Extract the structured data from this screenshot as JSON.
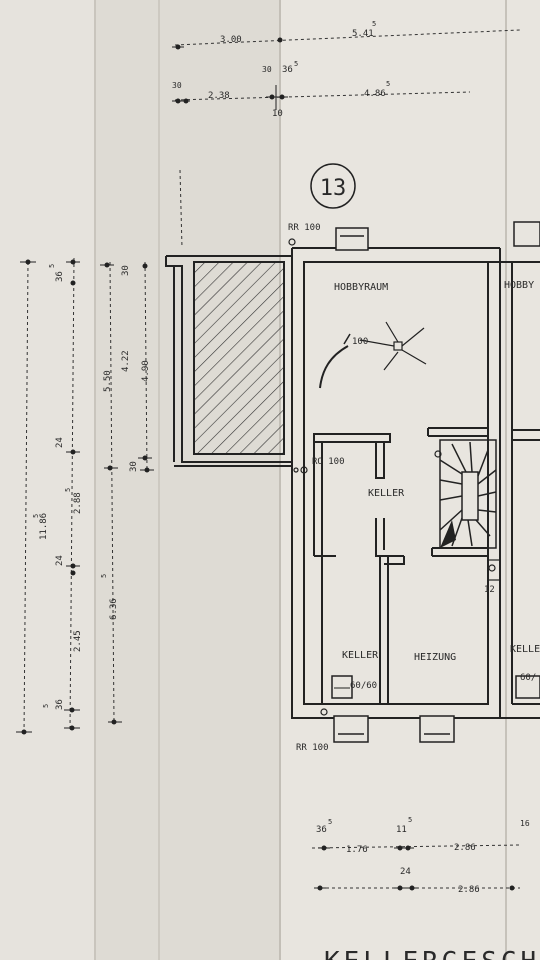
{
  "plan": {
    "house_number": "13",
    "room_labels": {
      "hobbyraum": "HOBBYRAUM",
      "hobbyraum_neighbor": "HOBBY",
      "keller_center": "KELLER",
      "keller_bottom": "KELLER",
      "heizung": "HEIZUNG",
      "keller_neighbor": "KELLE"
    },
    "pipe_labels": {
      "rr_top": "RR 100",
      "rr_bottom": "RR 100",
      "ro_mid": "RO 100",
      "vent": "100",
      "shaft": "60/60",
      "neighbor_shaft": "60/",
      "stair_note": "12"
    },
    "dimensions": {
      "top_row1_a": "3.00",
      "top_row1_b": "5.41",
      "top_row1_b_sup": "5",
      "top_row2_a": "2.38",
      "top_row2_b": "36",
      "top_row2_b_sup": "5",
      "top_row2_c": "4.86",
      "top_row2_c_sup": "5",
      "top_10": "10",
      "top_x1": "30",
      "top_x2": "30",
      "left_total": "11.86",
      "left_total_sup": "5",
      "left_36": "36",
      "left_36_sup": "5",
      "left_24a": "24",
      "left_288": "2.88",
      "left_288_sup": "5",
      "left_24b": "24",
      "left_245": "2.45",
      "left_36b": "36",
      "left_36b_sup": "5",
      "mid_30a": "30",
      "mid_422": "4.22",
      "mid_550": "5.50",
      "mid_490": "4.90",
      "mid_30b": "30",
      "mid_636": "6.36",
      "mid_636_sup": "5",
      "bot_36": "36",
      "bot_36_sup": "5",
      "bot_176": "1.76",
      "bot_11": "11",
      "bot_11_sup": "5",
      "bot_286a": "2.86",
      "bot_24": "24",
      "bot_286b": "2.86",
      "bot_16": "16"
    },
    "footer_title": "KELLERGESCHO"
  }
}
